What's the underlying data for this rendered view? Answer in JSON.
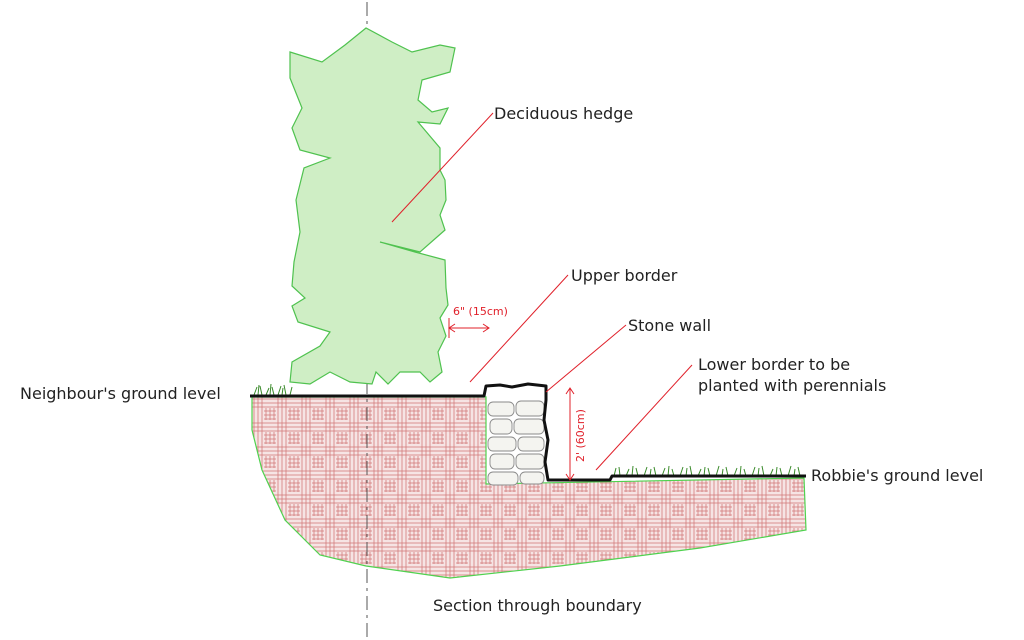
{
  "labels": {
    "deciduous_hedge": "Deciduous hedge",
    "upper_border": "Upper border",
    "stone_wall": "Stone wall",
    "lower_border_line1": "Lower border to be",
    "lower_border_line2": "planted with perennials",
    "neighbour_ground": "Neighbour's ground level",
    "robbie_ground": "Robbie's ground level",
    "caption": "Section through boundary"
  },
  "dimensions": {
    "hedge_offset": "6\" (15cm)",
    "wall_height": "2' (60cm)"
  },
  "colors": {
    "hedge_fill": "#cfeec5",
    "hedge_outline": "#4fc24f",
    "soil_fill": "#f6e4e4",
    "soil_hatch": "#d27b7b",
    "soil_outline": "#4fd24f",
    "grass": "#3a8a2a",
    "ground_line": "#111111",
    "annotation": "#e0202a",
    "stone_fill": "#f4f4f0",
    "stone_outline": "#8a8a8a"
  }
}
